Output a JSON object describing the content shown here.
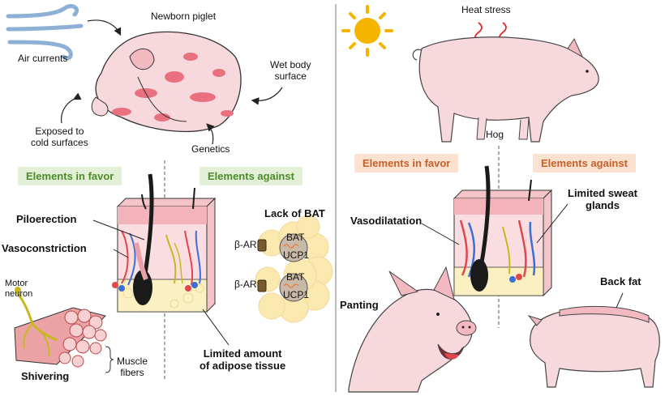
{
  "left_panel": {
    "newborn_piglet": "Newborn piglet",
    "air_currents": "Air currents",
    "wet_body_surface": [
      "Wet body",
      "surface"
    ],
    "exposed_cold": [
      "Exposed to",
      "cold surfaces"
    ],
    "genetics": "Genetics",
    "elements_in_favor": "Elements in favor",
    "elements_against": "Elements against",
    "piloerection": "Piloerection",
    "vasoconstriction": "Vasoconstriction",
    "lack_of_bat": "Lack of BAT",
    "beta_ar_1": "β-AR",
    "beta_ar_2": "β-AR",
    "bat_1": "BAT",
    "ucp1_1": "UCP1",
    "bat_2": "BAT",
    "ucp1_2": "UCP1",
    "motor_neuron": [
      "Motor",
      "neuron"
    ],
    "muscle_fibers": [
      "Muscle",
      "fibers"
    ],
    "shivering": "Shivering",
    "limited_adipose": [
      "Limited amount",
      "of adipose tissue"
    ]
  },
  "right_panel": {
    "heat_stress": "Heat stress",
    "hog": "Hog",
    "elements_in_favor": "Elements in favor",
    "elements_against": "Elements against",
    "vasodilatation": "Vasodilatation",
    "limited_sweat": [
      "Limited sweat",
      "glands"
    ],
    "panting": "Panting",
    "back_fat": "Back fat"
  },
  "colors": {
    "pink_body": "#f7d8dc",
    "pink_spot": "#e9717f",
    "green_pill": "#e3efd6",
    "green_text": "#4d8a2a",
    "orange_pill": "#fbe1d0",
    "orange_text": "#c8602a",
    "sun": "#f5b400",
    "heat_arrow": "#e0282c",
    "vessel_red": "#e0474c",
    "vessel_blue": "#3c6fd1",
    "nerve": "#c8b820",
    "fat": "#fbf0c2"
  }
}
